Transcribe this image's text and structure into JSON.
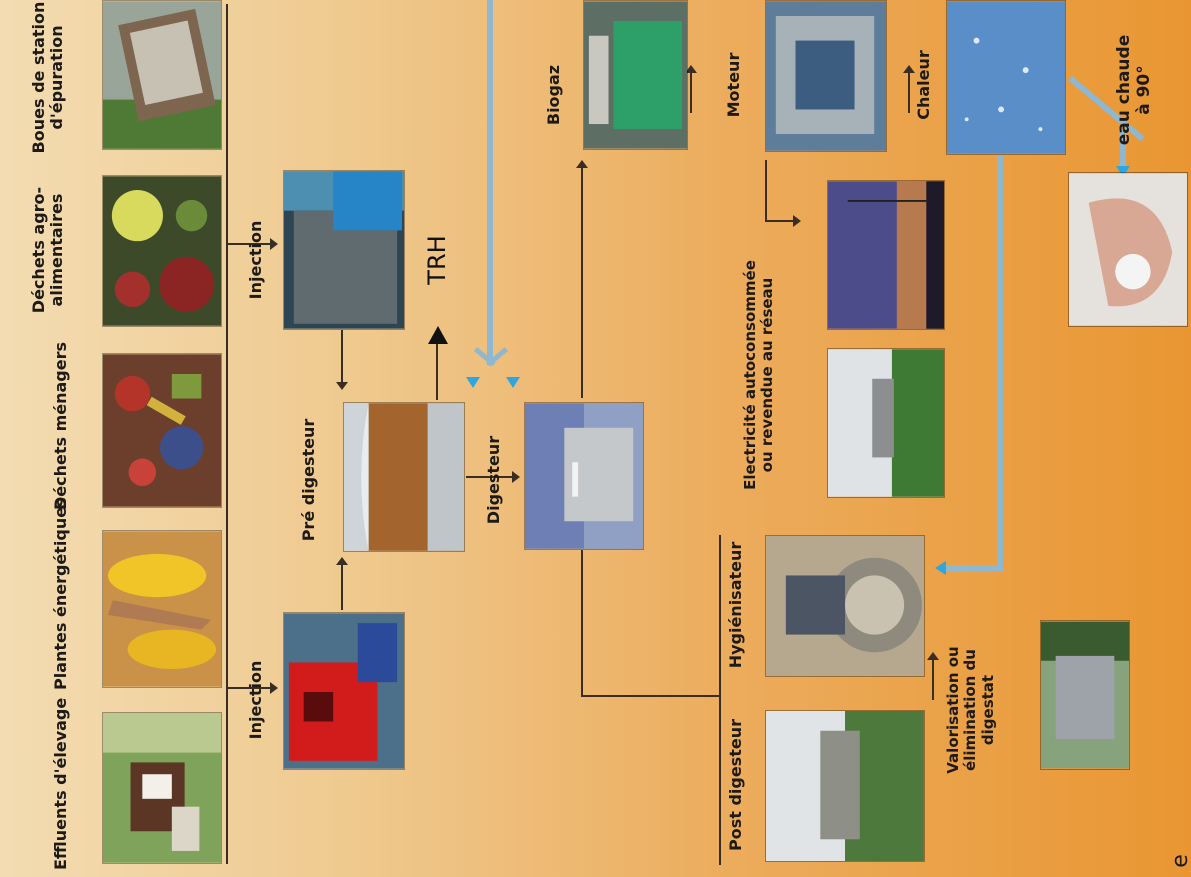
{
  "inputs": [
    {
      "label": "Effluents d'élevage"
    },
    {
      "label": "Plantes énergétiques"
    },
    {
      "label": "Déchets ménagers"
    },
    {
      "label": "Déchets agro-alimentaires"
    },
    {
      "label": "Boues de station d'épuration"
    }
  ],
  "steps": {
    "injection_1": "Injection",
    "injection_2": "Injection",
    "pre_digesteur": "Pré digesteur",
    "trh": "TRH",
    "digesteur": "Digesteur",
    "biogaz": "Biogaz",
    "moteur": "Moteur",
    "chaleur": "Chaleur",
    "eau_chaude": "eau chaude à 90°",
    "electricite": "Electricité autoconsommée ou revendue au réseau",
    "post_digesteur": "Post digesteur",
    "hygienisateur": "Hygiénisateur",
    "valorisation": "Valorisation ou élimination du digestat",
    "stray_letter": "e"
  },
  "colors": {
    "background_light": "#f3dcb2",
    "background_dark": "#e99632",
    "arrow_line": "#3a2e24",
    "heat_flow": "#8fb7cf",
    "heat_arrowhead": "#2ea6e0"
  }
}
